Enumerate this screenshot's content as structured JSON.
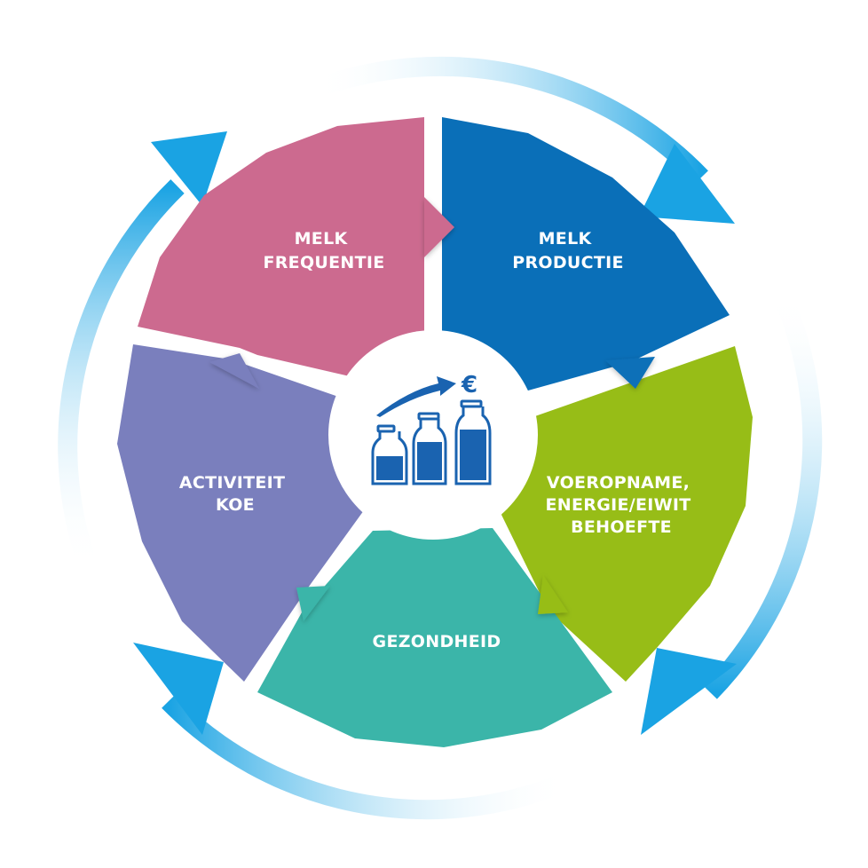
{
  "segments": [
    {
      "id": "melk-frequentie",
      "lines": [
        "MELK",
        "FREQUENTIE"
      ],
      "color": "#cc6a8f"
    },
    {
      "id": "melk-productie",
      "lines": [
        "MELK",
        "PRODUCTIE"
      ],
      "color": "#0a6fb8"
    },
    {
      "id": "voeropname",
      "lines": [
        "VOEROPNAME,",
        "ENERGIE/EIWIT",
        "BEHOEFTE"
      ],
      "color": "#97bd17"
    },
    {
      "id": "gezondheid",
      "lines": [
        "GEZONDHEID"
      ],
      "color": "#3bb5a9"
    },
    {
      "id": "activiteit-koe",
      "lines": [
        "ACTIVITEIT",
        "KOE"
      ],
      "color": "#7a7fbd"
    }
  ],
  "center": {
    "symbol": "€",
    "icon_color": "#1a63b0"
  },
  "arrow_color": "#1aa3e3"
}
